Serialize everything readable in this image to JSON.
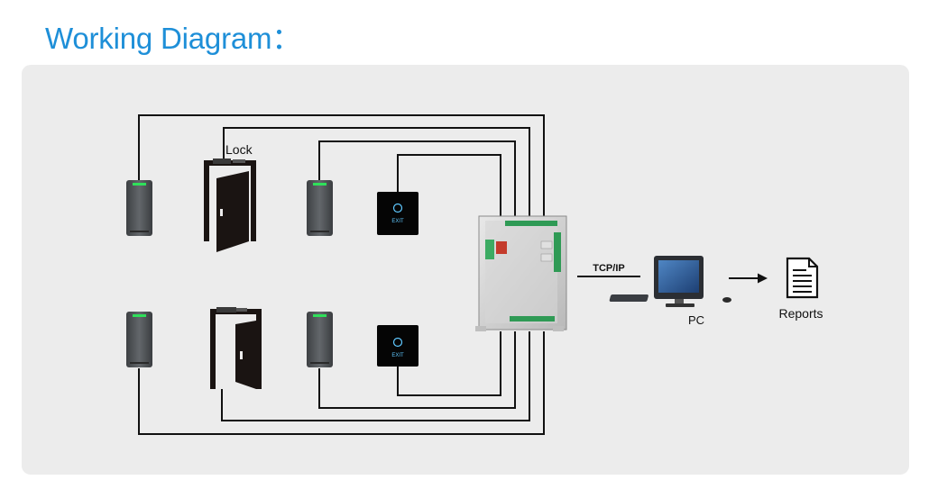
{
  "title": "Working Diagram：",
  "diagram": {
    "lock_label": "Lock",
    "exit_button_text": "EXIT",
    "connection_label": "TCP/IP",
    "pc_label": "PC",
    "reports_label": "Reports"
  },
  "icons": {
    "reader": "card-reader-icon",
    "door": "door-icon",
    "exit_button": "exit-button-icon",
    "controller": "access-controller-icon",
    "computer": "computer-icon",
    "report": "report-document-icon",
    "arrow": "arrow-right-icon"
  },
  "colors": {
    "title": "#1e8fd8",
    "panel": "#ececec",
    "wire": "#111111",
    "reader_led": "#2fe05a",
    "exit_glow": "#5fc8ff"
  }
}
